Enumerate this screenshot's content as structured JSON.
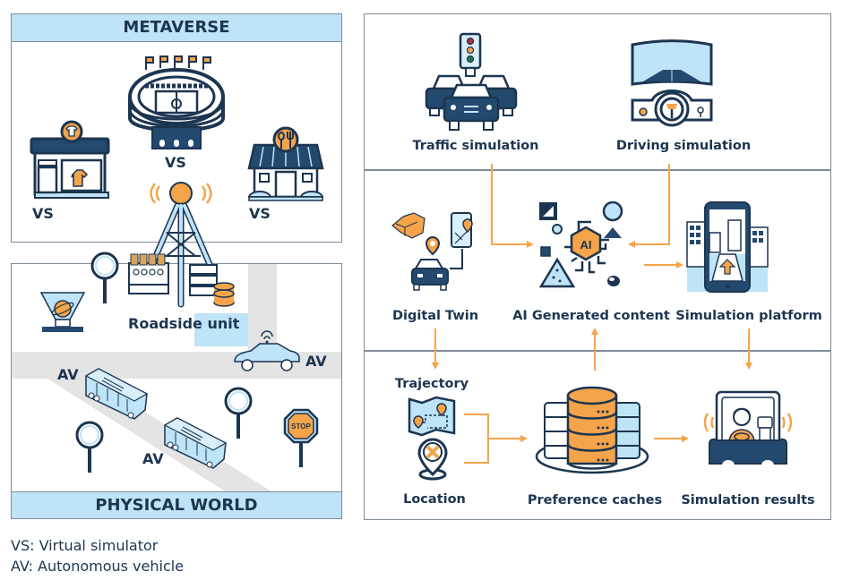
{
  "metaverse": {
    "title": "METAVERSE",
    "vs_labels": [
      "VS",
      "VS",
      "VS"
    ]
  },
  "physical": {
    "title": "PHYSICAL WORLD",
    "roadside_unit": "Roadside unit",
    "av_labels": [
      "AV",
      "AV",
      "AV"
    ],
    "stop_sign": "STOP"
  },
  "pipeline": {
    "top_row": {
      "traffic_simulation": "Traffic simulation",
      "driving_simulation": "Driving simulation"
    },
    "middle_row": {
      "digital_twin": "Digital Twin",
      "ai_generated_content": "AI Generated content",
      "ai_badge": "AI",
      "simulation_platform": "Simulation platform"
    },
    "bottom_row": {
      "trajectory": "Trajectory",
      "location": "Location",
      "preference_caches": "Preference caches",
      "simulation_results": "Simulation results"
    }
  },
  "legend": {
    "vs": "VS: Virtual simulator",
    "av": "AV: Autonomous vehicle"
  },
  "colors": {
    "navy": "#1c3550",
    "dark_blue": "#23496e",
    "light_blue": "#bfe3f7",
    "orange": "#f5a44a",
    "border": "#7f8c99",
    "road": "#e4e4e4"
  }
}
